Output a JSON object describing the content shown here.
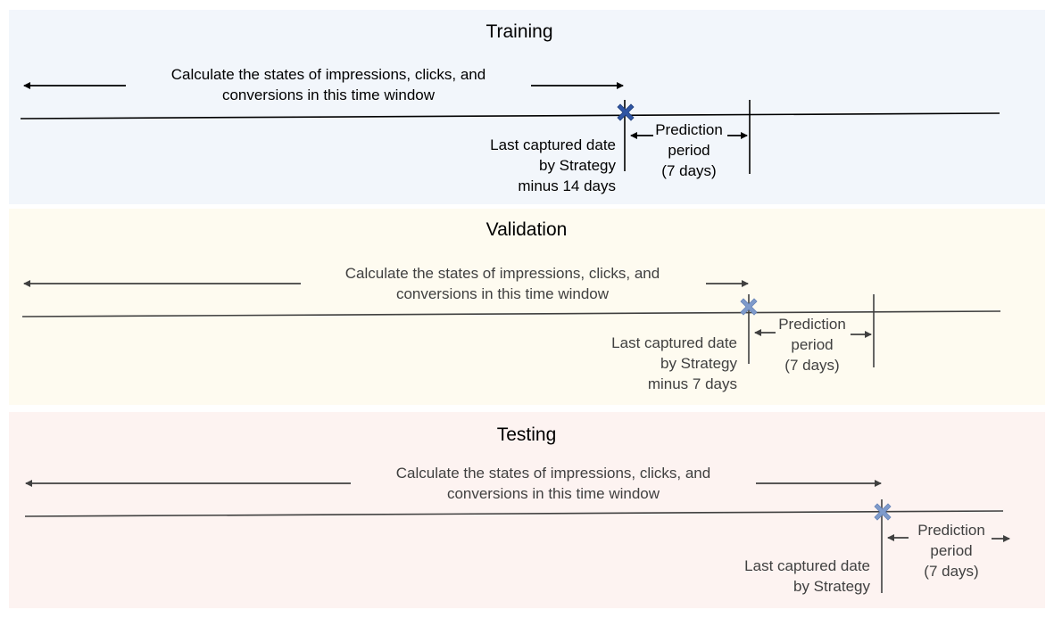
{
  "colors": {
    "training_bg": "#F2F6FB",
    "validation_bg": "#FEFBF0",
    "testing_bg": "#FDF3F1",
    "marker_dark": "#2F55A4",
    "marker_light": "#7F9BCB",
    "line_dark": "#000000",
    "line_gray": "#404040"
  },
  "icons": {
    "marker": "x-marker-icon"
  },
  "training": {
    "title": "Training",
    "window_line1": "Calculate the states of impressions, clicks, and",
    "window_line2": "conversions in this time window",
    "date_line1": "Last captured date",
    "date_line2": "by Strategy",
    "date_line3": "minus 14 days",
    "pred_line1": "Prediction",
    "pred_line2": "period",
    "pred_line3": "(7 days)"
  },
  "validation": {
    "title": "Validation",
    "window_line1": "Calculate the states of impressions, clicks, and",
    "window_line2": "conversions in this time window",
    "date_line1": "Last captured date",
    "date_line2": "by Strategy",
    "date_line3": "minus 7 days",
    "pred_line1": "Prediction",
    "pred_line2": "period",
    "pred_line3": "(7 days)"
  },
  "testing": {
    "title": "Testing",
    "window_line1": "Calculate the states of impressions, clicks, and",
    "window_line2": "conversions in this time window",
    "date_line1": "Last captured date",
    "date_line2": "by Strategy",
    "pred_line1": "Prediction",
    "pred_line2": "period",
    "pred_line3": "(7 days)"
  }
}
